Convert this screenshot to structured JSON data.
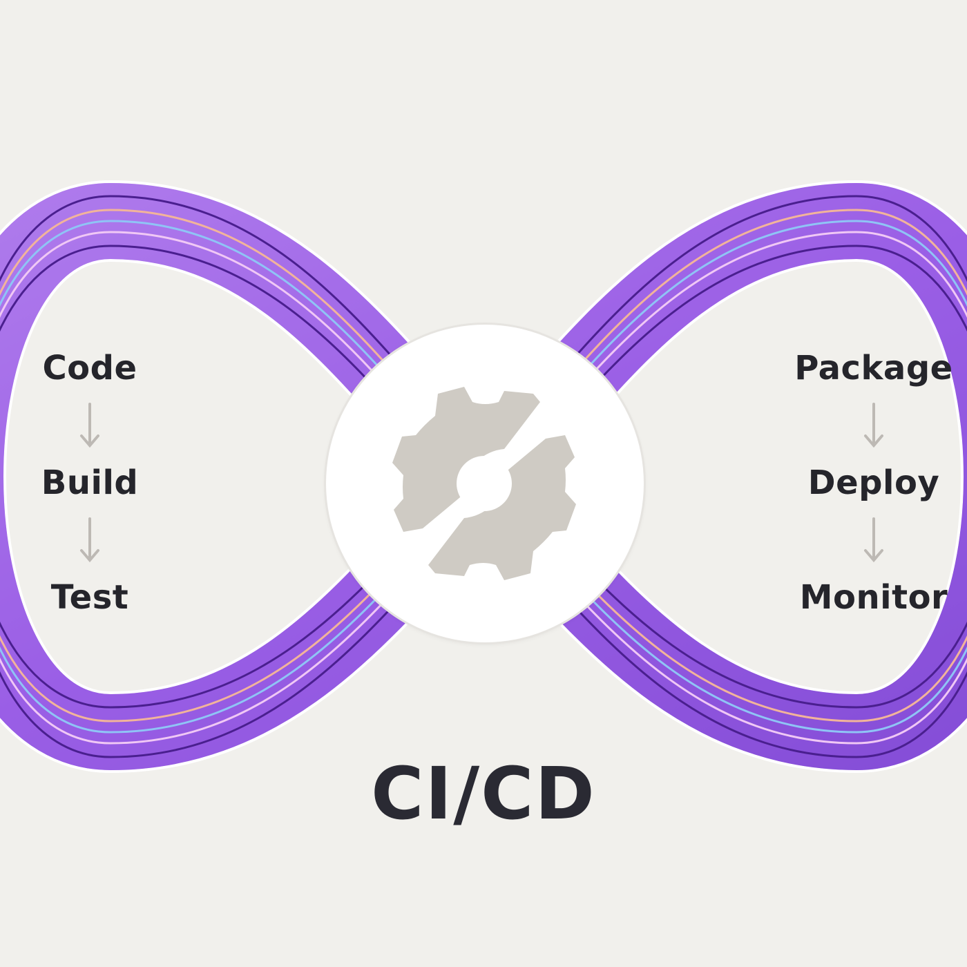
{
  "title": "CI/CD",
  "left_stages": [
    "Code",
    "Build",
    "Test"
  ],
  "right_stages": [
    "Package",
    "Deploy",
    "Monitor"
  ],
  "center_icon": "gears-icon",
  "arrow_icon": "arrow-down-icon",
  "colors": {
    "background": "#f1f0ec",
    "ribbon_light": "#b98af0",
    "ribbon_mid": "#9a5fe6",
    "ribbon_dark": "#6a35c2",
    "stripe_orange": "#f2b49a",
    "stripe_blue": "#8fc4f5",
    "stripe_pink": "#f0c8f5",
    "stripe_dark": "#4a1f8f",
    "gear": "#cfcbc4",
    "arrow": "#bdb9b4",
    "text": "#25252b"
  }
}
